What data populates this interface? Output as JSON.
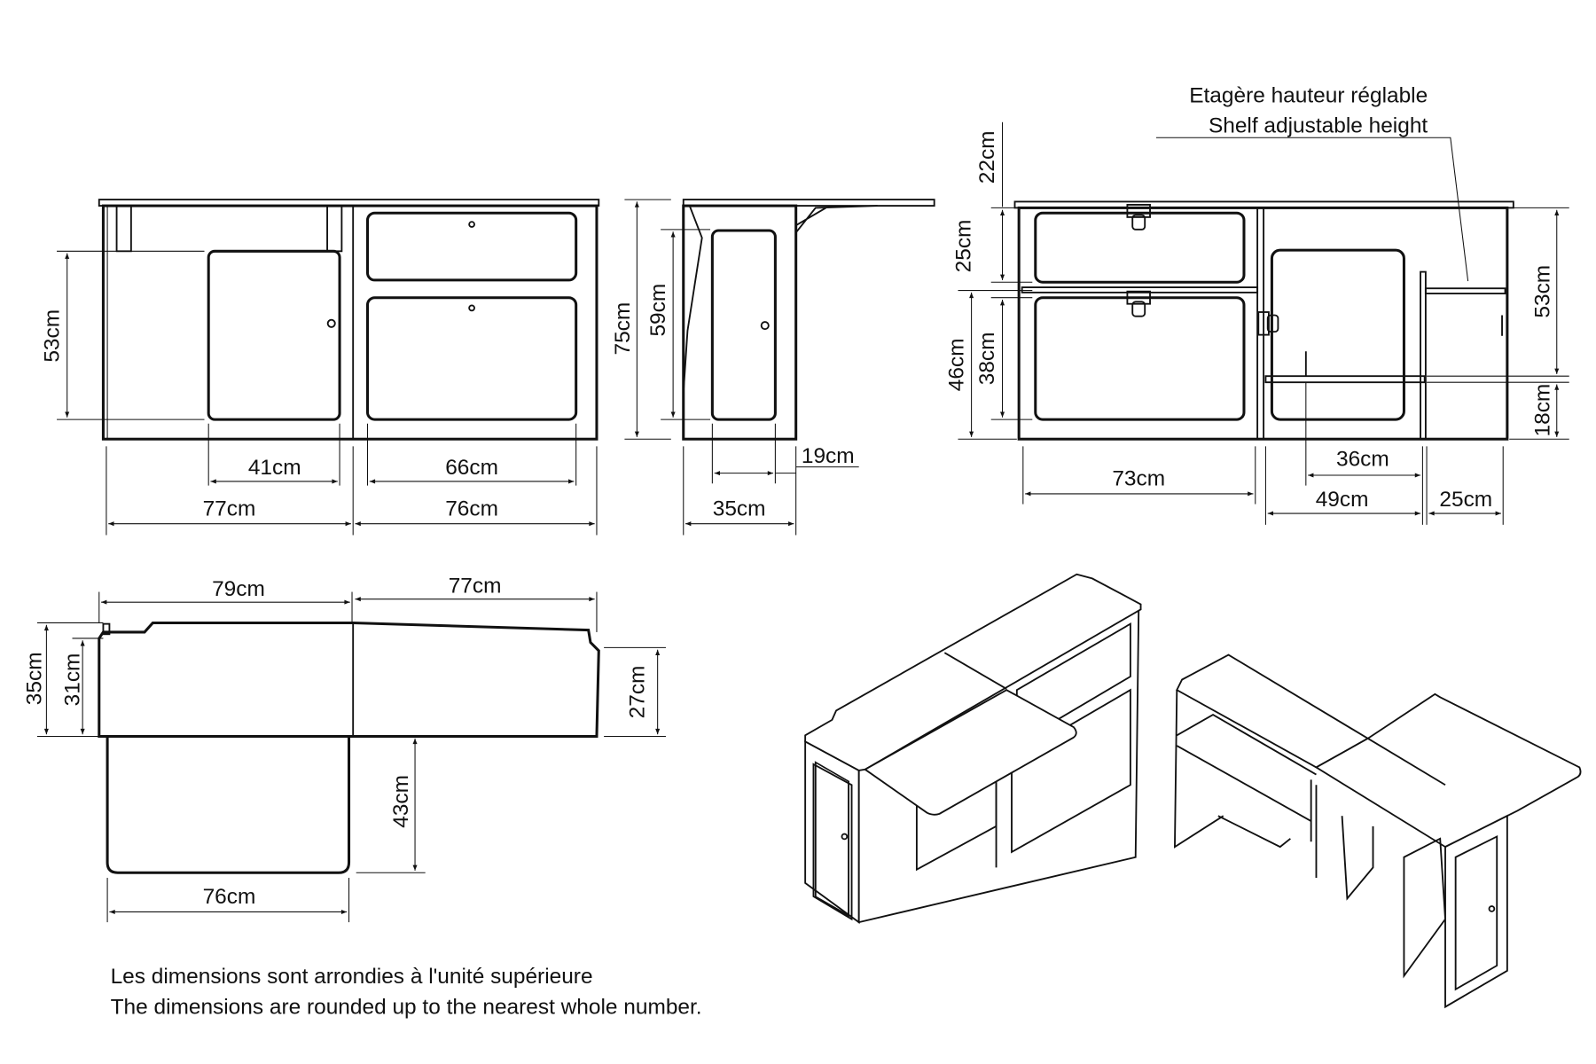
{
  "front_view_left": {
    "dims": {
      "door_height": "53cm",
      "door_width": "41cm",
      "drawer_width": "66cm",
      "left_width": "77cm",
      "right_width": "76cm"
    }
  },
  "side_view": {
    "dims": {
      "total_height": "75cm",
      "door_height": "59cm",
      "door_width": "19cm",
      "depth": "35cm"
    }
  },
  "front_view_right": {
    "annotation_fr": "Etagère hauteur réglable",
    "annotation_en": "Shelf adjustable height",
    "dims": {
      "top_gap": "22cm",
      "upper_drawer": "25cm",
      "lower_section": "46cm",
      "lower_drawer": "38cm",
      "right_height": "53cm",
      "bottom_shelf": "18cm",
      "left_width": "73cm",
      "door_width": "36cm",
      "middle_width": "49cm",
      "shelf_width": "25cm"
    }
  },
  "top_view": {
    "dims": {
      "left_width": "79cm",
      "right_width": "77cm",
      "depth_total": "35cm",
      "depth_body": "31cm",
      "depth_right": "27cm",
      "table_depth": "43cm",
      "table_width": "76cm"
    }
  },
  "notes": {
    "fr": "Les dimensions sont arrondies à l'unité supérieure",
    "en": "The dimensions are rounded up to the nearest whole number."
  }
}
